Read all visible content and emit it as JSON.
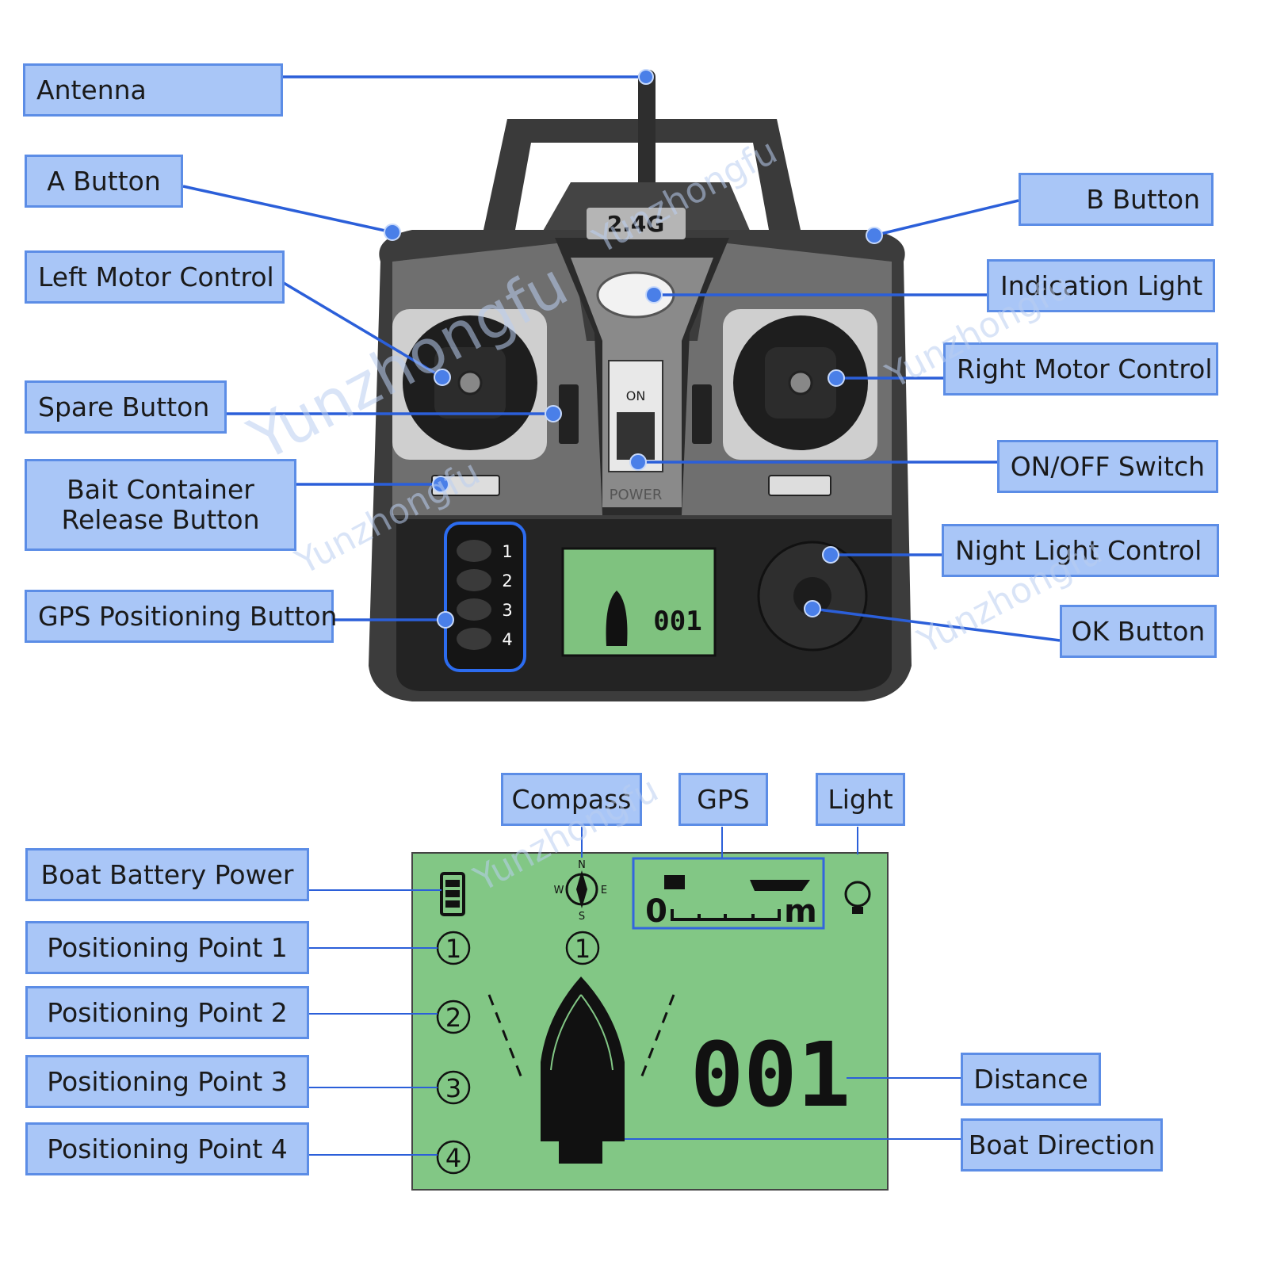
{
  "remote": {
    "band_label": "2.4G",
    "power_text": "POWER",
    "switch_on_text": "ON",
    "gps_keys": [
      "1",
      "2",
      "3",
      "4"
    ],
    "mini_distance": "001"
  },
  "labels": {
    "antenna": "Antenna",
    "a_button": "A Button",
    "b_button": "B Button",
    "left_motor": "Left Motor Control",
    "indication_light": "Indication Light",
    "right_motor": "Right Motor Control",
    "spare_button": "Spare Button",
    "on_off_switch": "ON/OFF Switch",
    "bait_line1": "Bait Container",
    "bait_line2": "Release Button",
    "night_light": "Night Light Control",
    "gps_button": "GPS Positioning Button",
    "ok_button": "OK Button",
    "compass": "Compass",
    "gps": "GPS",
    "light": "Light",
    "battery": "Boat Battery Power",
    "point1": "Positioning Point 1",
    "point2": "Positioning Point 2",
    "point3": "Positioning Point 3",
    "point4": "Positioning Point 4",
    "distance": "Distance",
    "boat_direction": "Boat Direction"
  },
  "display": {
    "distance_value": "001",
    "points": [
      "1",
      "2",
      "3",
      "4"
    ],
    "gps_scale_zero": "0",
    "gps_scale_unit": "m",
    "compass_letters": {
      "n": "N",
      "s": "S",
      "e": "E",
      "w": "W"
    }
  },
  "watermark": "Yunzhongfu",
  "colors": {
    "label_fill": "#a9c6f7",
    "label_border": "#5c8de6",
    "leader_line": "#2b5fd9",
    "lcd_green": "#82c785",
    "remote_body": "#3c3c3c"
  }
}
